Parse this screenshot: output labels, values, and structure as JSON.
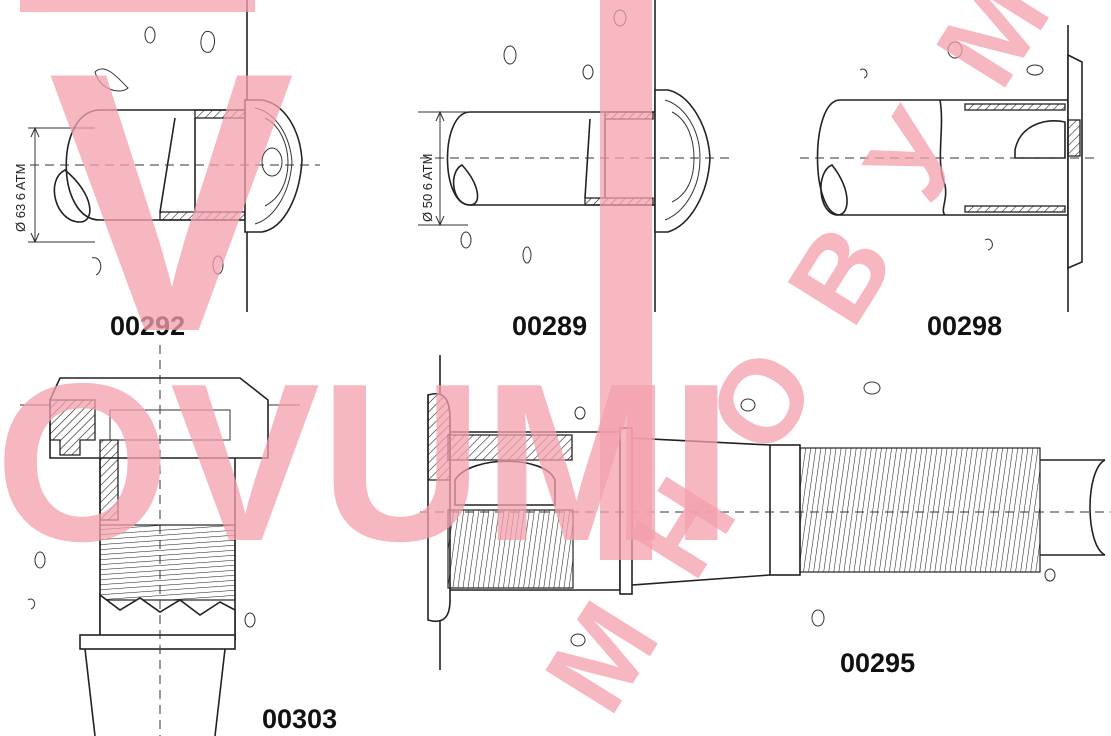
{
  "parts": [
    {
      "code": "00292",
      "dimension": "Ø 63 6 ATM"
    },
    {
      "code": "00289",
      "dimension": "Ø 50 6 ATM"
    },
    {
      "code": "00298"
    },
    {
      "code": "00303"
    },
    {
      "code": "00295"
    }
  ],
  "watermark": {
    "letters_main": [
      "V",
      "I"
    ],
    "word_main": "OVUMI",
    "word_diagonal": "M Н О В У М"
  },
  "colors": {
    "watermark": "#f4a0ad",
    "line": "#222222",
    "background": "#ffffff"
  }
}
